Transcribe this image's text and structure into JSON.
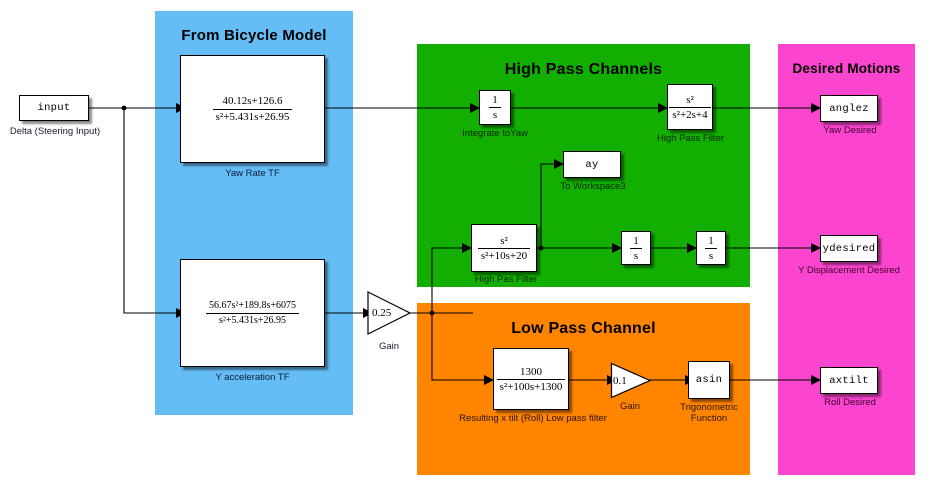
{
  "diagram": {
    "title": "Simulink block diagram",
    "background": "#ffffff"
  },
  "colors": {
    "blue_region": "#65BDF6",
    "green_region": "#12AE00",
    "orange_region": "#FF8400",
    "magenta_region": "#FC45CF",
    "wire": "#000000",
    "block_fill": "#ffffff"
  },
  "regions": {
    "bicycle": {
      "title": "From Bicycle Model"
    },
    "highpass": {
      "title": "High Pass Channels"
    },
    "lowpass": {
      "title": "Low Pass Channel"
    },
    "desired": {
      "title": "Desired Motions"
    }
  },
  "blocks": {
    "input": {
      "value": "input",
      "label": "Delta (Steering Input)"
    },
    "yaw_rate_tf": {
      "numerator": "40.12s+126.6",
      "denominator": "s²+5.431s+26.95",
      "label": "Yaw Rate TF"
    },
    "y_accel_tf": {
      "numerator": "56.67s²+189.8s+6075",
      "denominator": "s²+5.431s+26.95",
      "label": "Y acceleration TF"
    },
    "gain_025": {
      "value": "0.25",
      "label": "Gain"
    },
    "integrate_to_yaw": {
      "numerator": "1",
      "denominator": "s",
      "label": "Integrate toYaw"
    },
    "high_pass_filter_yaw": {
      "numerator": "s²",
      "denominator": "s²+2s+4",
      "label": "High Pass Filter"
    },
    "to_workspace3": {
      "value": "ay",
      "label": "To Workspace3"
    },
    "high_pass_filter_y": {
      "numerator": "s²",
      "denominator": "s²+10s+20",
      "label": "High Pas Filter"
    },
    "integrator_1": {
      "numerator": "1",
      "denominator": "s",
      "label": ""
    },
    "integrator_2": {
      "numerator": "1",
      "denominator": "s",
      "label": ""
    },
    "low_pass_filter": {
      "numerator": "1300",
      "denominator": "s²+100s+1300",
      "label": "Resulting x tilt (Roll) Low pass filter"
    },
    "gain_01": {
      "value": "0.1",
      "label": "Gain"
    },
    "trig_function": {
      "value": "asin",
      "label_line1": "Trigonometric",
      "label_line2": "Function"
    },
    "anglez": {
      "value": "anglez",
      "label": "Yaw Desired"
    },
    "ydesired": {
      "value": "ydesired",
      "label": "Y Displacement Desired"
    },
    "axtilt": {
      "value": "axtilt",
      "label": "Roll Desired"
    }
  }
}
